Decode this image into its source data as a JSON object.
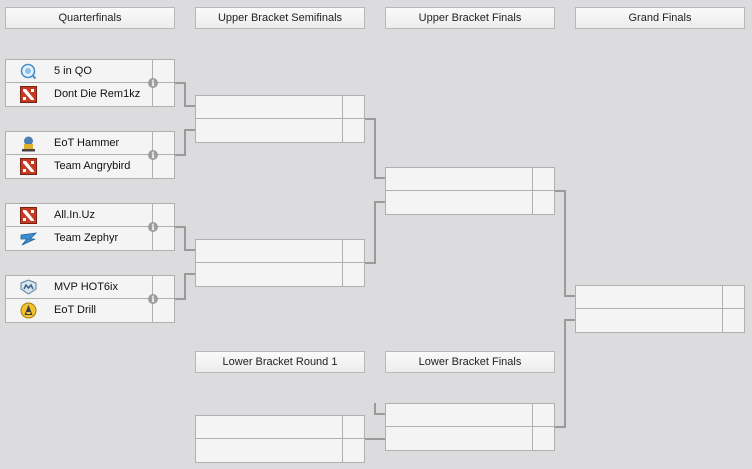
{
  "headers": {
    "quarterfinals": "Quarterfinals",
    "upper_semifinals": "Upper Bracket Semifinals",
    "upper_finals": "Upper Bracket Finals",
    "grand_finals": "Grand Finals",
    "lower_round1": "Lower Bracket Round 1",
    "lower_finals": "Lower Bracket Finals"
  },
  "quarterfinals": [
    {
      "top": {
        "name": "5 in QO",
        "logo": "qo-logo-icon"
      },
      "bottom": {
        "name": "Dont Die Rem1kz",
        "logo": "dota2-logo-icon"
      }
    },
    {
      "top": {
        "name": "EoT Hammer",
        "logo": "eot-hammer-logo-icon"
      },
      "bottom": {
        "name": "Team Angrybird",
        "logo": "dota2-logo-icon"
      }
    },
    {
      "top": {
        "name": "All.In.Uz",
        "logo": "dota2-logo-icon"
      },
      "bottom": {
        "name": "Team Zephyr",
        "logo": "zephyr-logo-icon"
      }
    },
    {
      "top": {
        "name": "MVP HOT6ix",
        "logo": "mvp-logo-icon"
      },
      "bottom": {
        "name": "EoT Drill",
        "logo": "eot-drill-logo-icon"
      }
    }
  ],
  "colors": {
    "background": "#dcdcde",
    "border": "#b0b0b0",
    "line": "#9a9a9a",
    "dota_red": "#c23b22"
  }
}
